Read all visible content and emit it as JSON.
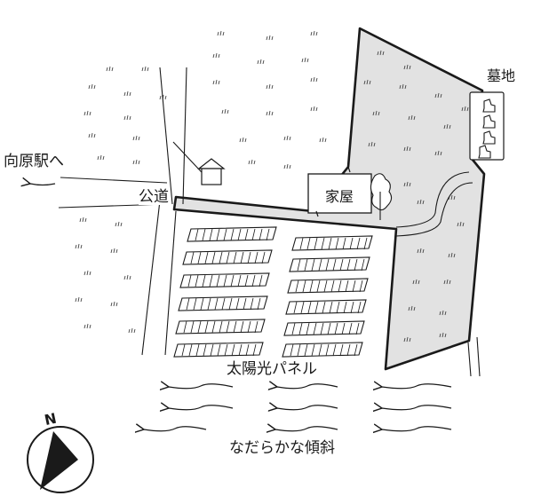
{
  "labels": {
    "station": "向原駅へ",
    "public_road": "公道",
    "house": "家屋",
    "cemetery": "墓地",
    "solar_panels": "太陽光パネル",
    "slope": "なだらかな傾斜"
  },
  "compass": {
    "letter": "N",
    "icon": "north-arrow-icon"
  },
  "colors": {
    "property_fill": "#e2e2e2",
    "ink": "#1a1a1a",
    "background": "#ffffff"
  }
}
